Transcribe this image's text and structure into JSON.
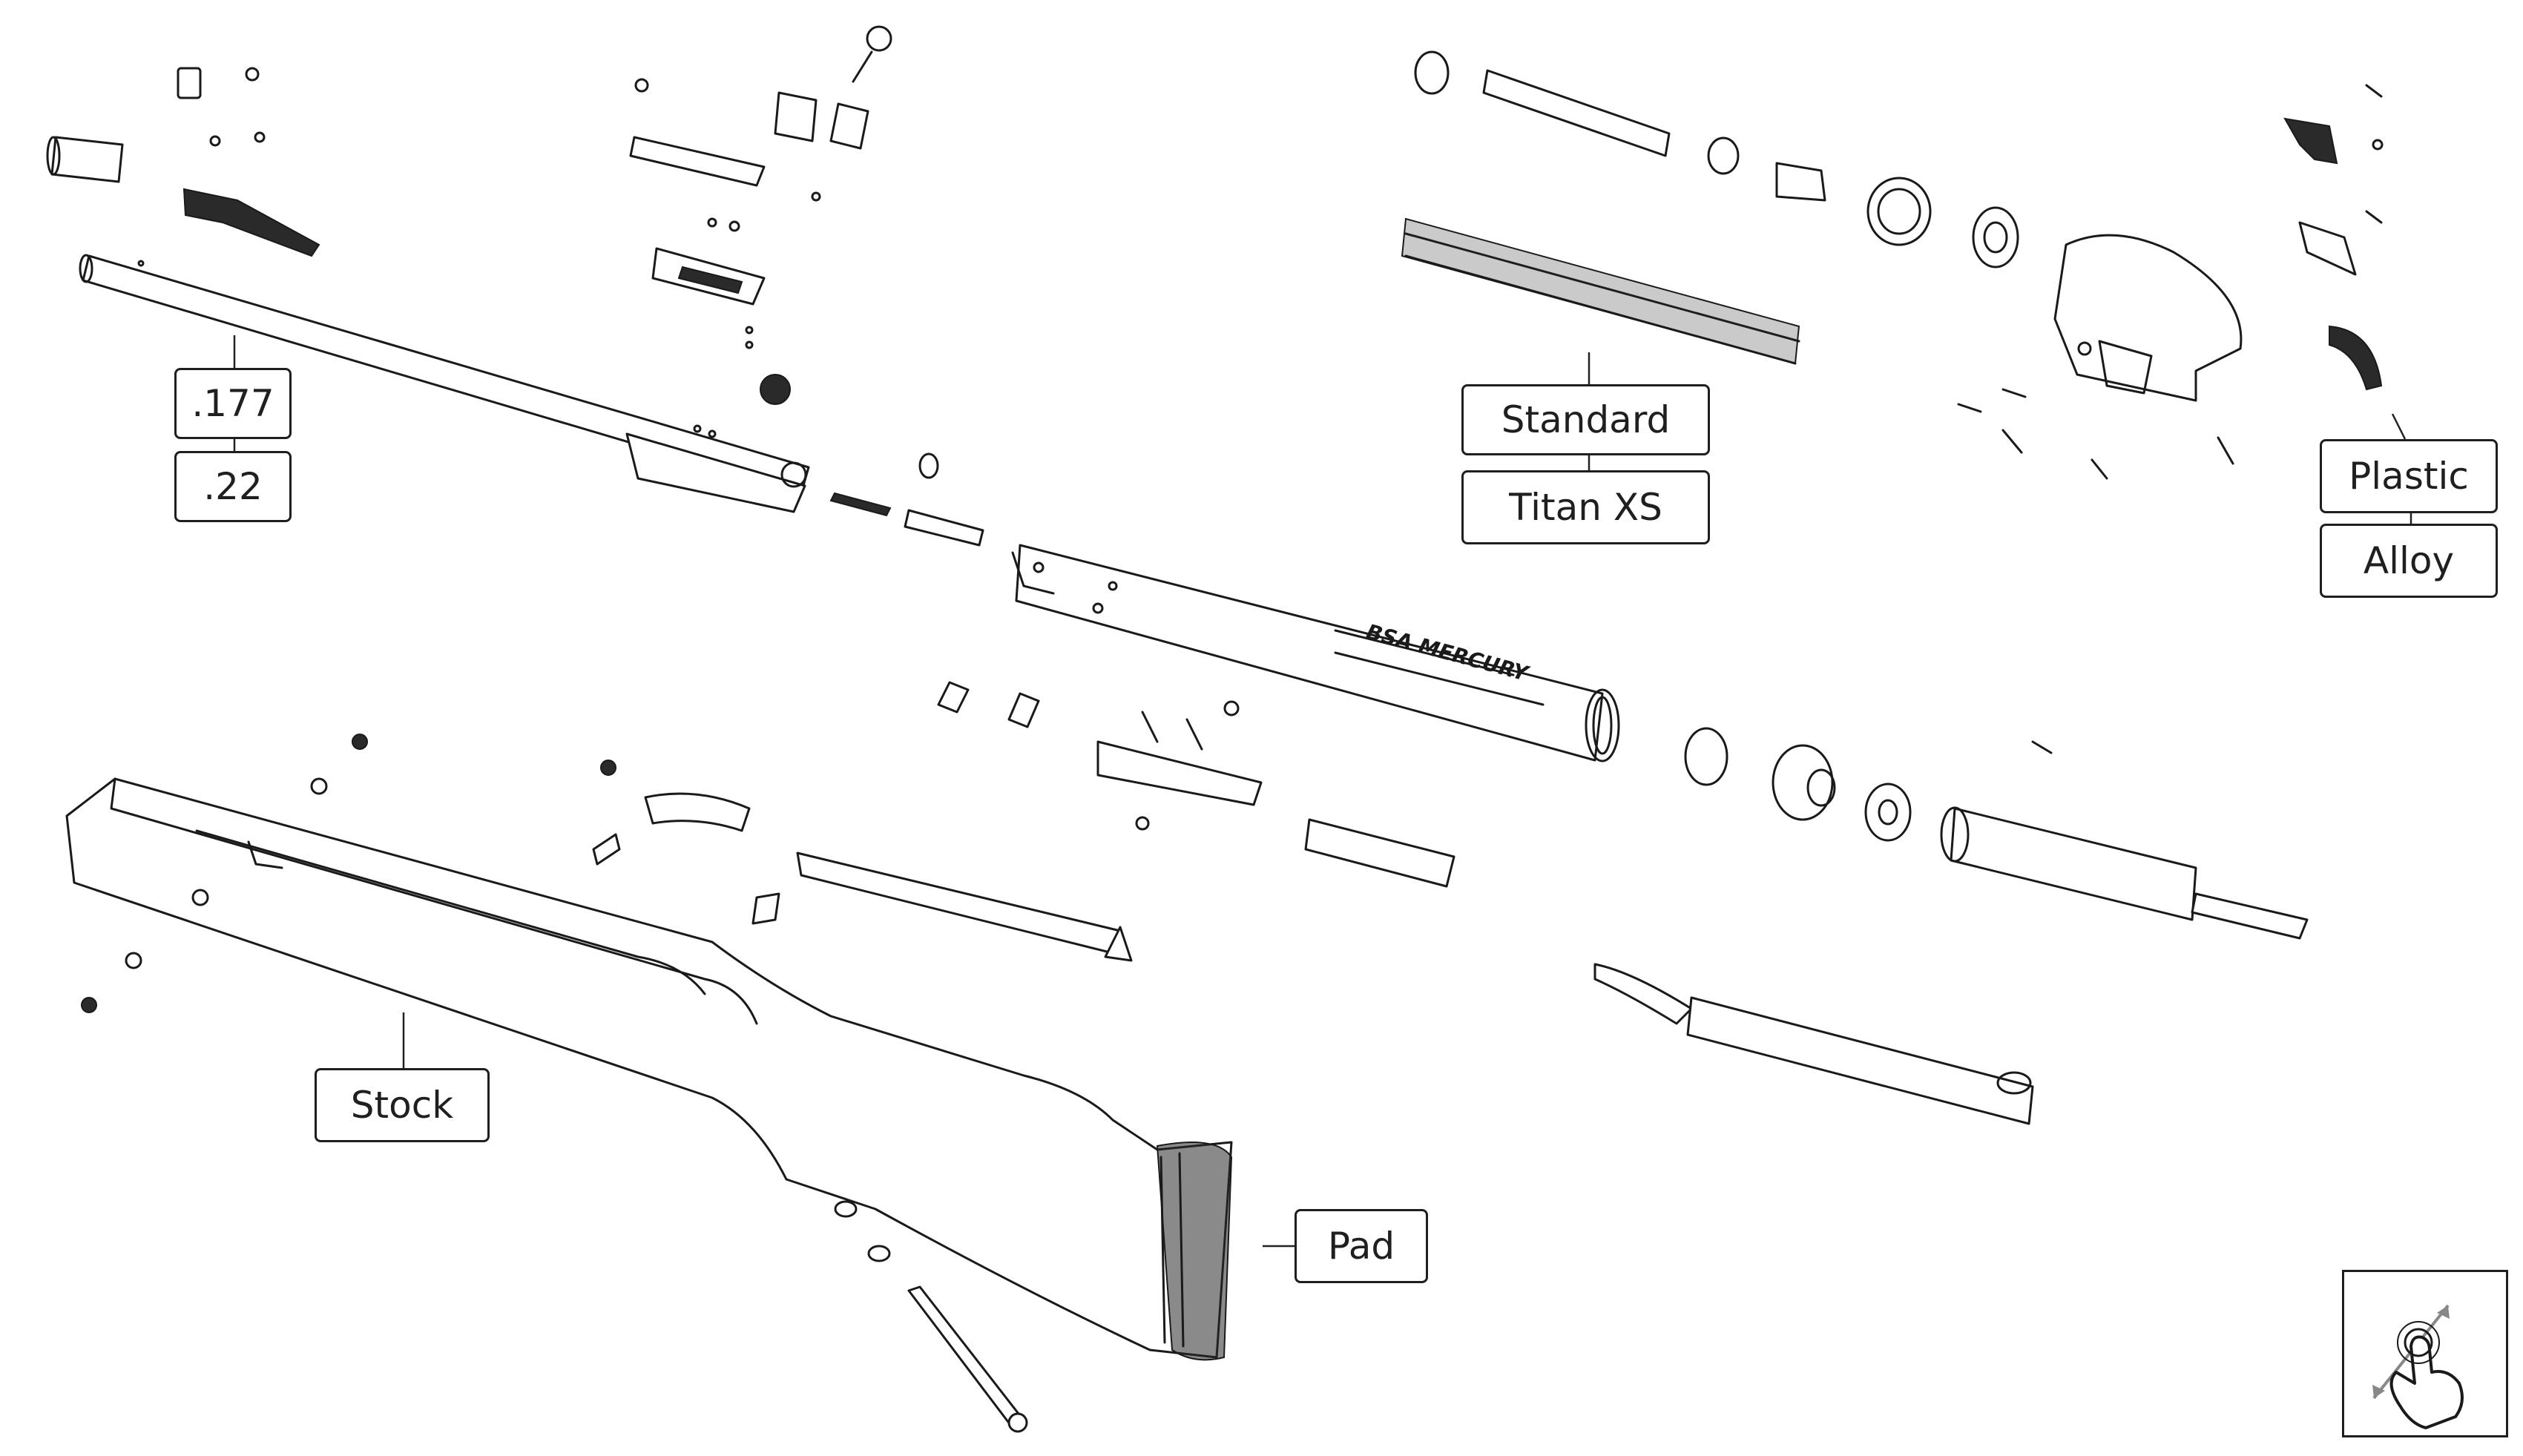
{
  "labels": {
    "barrel_177": ".177",
    "barrel_22": ".22",
    "spring_standard": "Standard",
    "spring_titan": "Titan XS",
    "trigger_plastic": "Plastic",
    "trigger_alloy": "Alloy",
    "stock": "Stock",
    "pad": "Pad"
  },
  "engraving": "BSA MERCURY",
  "icons": {
    "zoom_hint": "pinch-zoom-gesture-icon"
  }
}
